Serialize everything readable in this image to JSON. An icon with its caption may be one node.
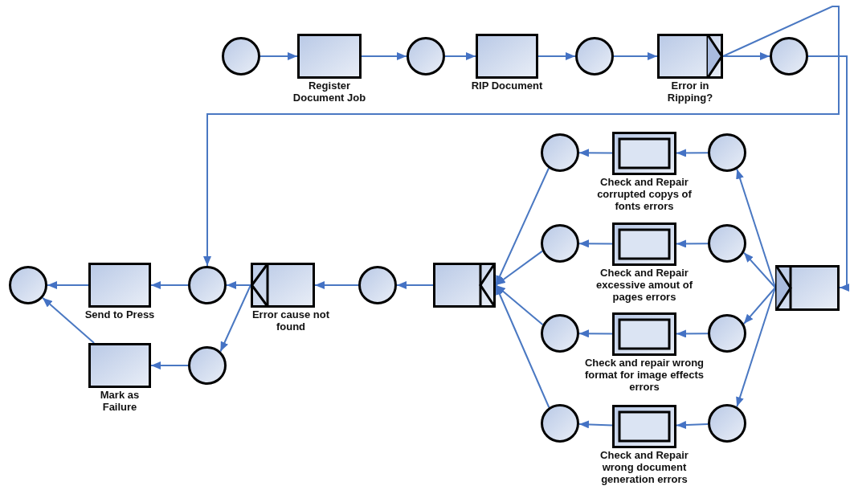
{
  "diagram": {
    "nodes": [
      {
        "text": [],
        "shape": "circle"
      },
      {
        "text": [
          "Register Document Job"
        ]
      },
      {
        "text": [],
        "shape": "circle"
      },
      {
        "text": [
          "RIP Document"
        ]
      },
      {
        "text": [],
        "shape": "circle"
      },
      {
        "text": [
          "Error in Ripping?"
        ]
      },
      {
        "text": [],
        "shape": "circle"
      },
      {
        "text": [],
        "shape": "circle"
      },
      {
        "text": [
          "Check and Repair corrupted copys of fonts errors"
        ]
      },
      {
        "text": [],
        "shape": "circle"
      },
      {
        "text": [],
        "shape": "circle"
      },
      {
        "text": [
          "Check and Repair excessive amout of pages errors"
        ]
      },
      {
        "text": [],
        "shape": "circle"
      },
      {
        "text": [],
        "shape": "circle"
      },
      {
        "text": [
          "Check and repair wrong format for image effects errors"
        ]
      },
      {
        "text": [],
        "shape": "circle"
      },
      {
        "text": [],
        "shape": "circle"
      },
      {
        "text": [
          "Check and Repair wrong document generation errors"
        ]
      },
      {
        "text": [],
        "shape": "circle"
      },
      {
        "text": [],
        "shape": "circle"
      },
      {
        "text": [
          "Send to Press"
        ]
      },
      {
        "text": [],
        "shape": "circle"
      },
      {
        "text": [
          "Error cause not found"
        ]
      },
      {
        "text": [],
        "shape": "circle"
      },
      {
        "text": [],
        "shape": "box"
      },
      {
        "text": [],
        "shape": "box"
      },
      {
        "text": [
          "Mark as Failure"
        ]
      },
      {
        "text": [],
        "shape": "circle"
      }
    ],
    "edges": [
      {
        "from": 0,
        "to": 1,
        "arrow": "to"
      },
      {
        "from": 1,
        "to": 2,
        "arrow": "to"
      },
      {
        "from": 2,
        "to": 3,
        "arrow": "to"
      },
      {
        "from": 3,
        "to": 4,
        "arrow": "to"
      },
      {
        "from": 4,
        "to": 5,
        "arrow": "to"
      },
      {
        "from": 5,
        "to": 6,
        "arrow": "to"
      },
      {
        "from": 5,
        "to": 21,
        "arrow": "to"
      },
      {
        "from": 6,
        "to": 25,
        "arrow": "to"
      },
      {
        "from": 25,
        "to": 9,
        "arrow": "to"
      },
      {
        "from": 25,
        "to": 12,
        "arrow": "to"
      },
      {
        "from": 25,
        "to": 15,
        "arrow": "to"
      },
      {
        "from": 25,
        "to": 18,
        "arrow": "to"
      },
      {
        "from": 9,
        "to": 8,
        "arrow": "to"
      },
      {
        "from": 8,
        "to": 7,
        "arrow": "to"
      },
      {
        "from": 12,
        "to": 11,
        "arrow": "to"
      },
      {
        "from": 11,
        "to": 10,
        "arrow": "to"
      },
      {
        "from": 15,
        "to": 14,
        "arrow": "to"
      },
      {
        "from": 14,
        "to": 13,
        "arrow": "to"
      },
      {
        "from": 18,
        "to": 17,
        "arrow": "to"
      },
      {
        "from": 17,
        "to": 16,
        "arrow": "to"
      },
      {
        "from": 7,
        "to": 24,
        "arrow": "to"
      },
      {
        "from": 10,
        "to": 24,
        "arrow": "to"
      },
      {
        "from": 13,
        "to": 24,
        "arrow": "to"
      },
      {
        "from": 16,
        "to": 24,
        "arrow": "to"
      },
      {
        "from": 24,
        "to": 23,
        "arrow": "to"
      },
      {
        "from": 23,
        "to": 22,
        "arrow": "to"
      },
      {
        "from": 22,
        "to": 21,
        "arrow": "to"
      },
      {
        "from": 22,
        "to": 27,
        "arrow": "to"
      },
      {
        "from": 21,
        "to": 20,
        "arrow": "to"
      },
      {
        "from": 20,
        "to": 19,
        "arrow": "to"
      },
      {
        "from": 27,
        "to": 26,
        "arrow": "to"
      },
      {
        "from": 26,
        "to": 19,
        "arrow": "to"
      }
    ]
  }
}
